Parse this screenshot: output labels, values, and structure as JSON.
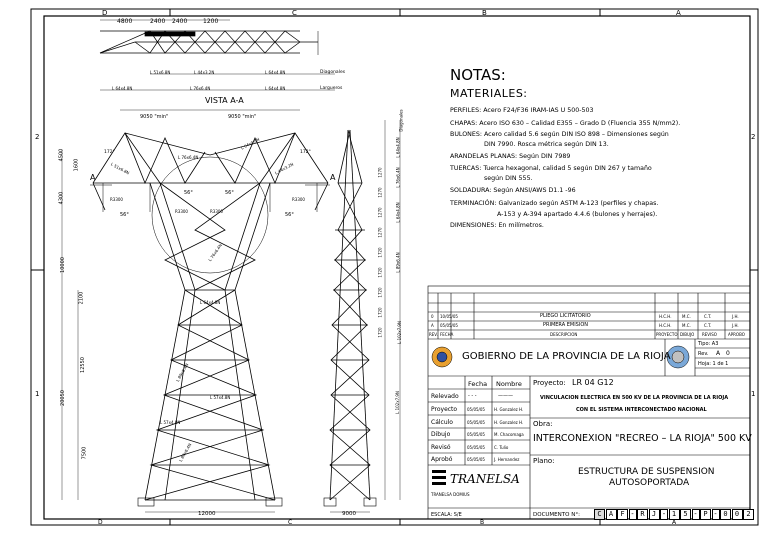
{
  "frame": {
    "col_labels_top": [
      "D",
      "C",
      "B",
      "A"
    ],
    "col_labels_bottom": [
      "D",
      "C",
      "B",
      "A"
    ],
    "row_labels_left": [
      "2",
      "1"
    ],
    "row_labels_right": [
      "2",
      "1"
    ]
  },
  "plan": {
    "dims": [
      "4800",
      "2400",
      "2400",
      "1200"
    ],
    "labels": [
      "L 51x6.8N",
      "L 44x3.2N",
      "L 76x6.4N",
      "L 64x4.8N",
      "L 64x4.8N",
      "L 64x4.8N"
    ],
    "right_labels": [
      "Diagonales",
      "Largueros"
    ],
    "view_title": "VISTA A-A"
  },
  "front": {
    "top_dims": [
      "9050 \"min\"",
      "9050 \"min\""
    ],
    "left_dims": [
      "4500",
      "1600",
      "4300",
      "10000",
      "2100",
      "12550",
      "20050",
      "7500"
    ],
    "bottom_dim": "12000",
    "members": [
      "L 76x6.4N",
      "L 64x4.8N",
      "L 51x6.8N",
      "L 44x3.2N",
      "L 57x4.8N",
      "L 64x4.8N",
      "L 89x6.4N",
      "L 89x6.4N",
      "L 76x6.4N",
      "L 57x4.8N"
    ],
    "annotations": [
      "A",
      "A",
      "56°",
      "56°",
      "56°",
      "56°",
      "R3300",
      "R3300",
      "R3300",
      "R3300",
      "172°",
      "172°"
    ]
  },
  "side": {
    "bottom_dim": "9000",
    "right_dims": [
      "Diagonales",
      "L 64x4.8N",
      "L 76x6.4N",
      "L 64x4.8N",
      "L 89x6.4N",
      "L 102x7.9N",
      "L 102x7.9N"
    ],
    "panel_dims": [
      "1270",
      "1270",
      "1270",
      "1270",
      "1720",
      "1720",
      "1720",
      "1720",
      "1720"
    ]
  },
  "notes": {
    "title": "NOTAS:",
    "materials_title": "MATERIALES:",
    "lines": [
      "PERFILES: Acero F24/F36 IRAM-IAS U 500-503",
      "CHAPAS: Acero ISO 630 – Calidad E355 – Grado D (Fluencia 355 N/mm2).",
      "BULONES: Acero calidad 5.6 según DIN ISO 898 – Dimensiones según",
      "DIN 7990. Rosca métrica según DIN 13.",
      "ARANDELAS PLANAS: Según DIN 7989",
      "TUERCAS: Tuerca hexagonal, calidad 5 según DIN 267 y tamaño",
      "según DIN 555.",
      "SOLDADURA: Según ANSI/AWS D1.1 -96",
      "TERMINACIÓN: Galvanizado según ASTM A-123 (perfiles y chapas.",
      "A-153 y A-394 apartado 4.4.6 (bulones y herrajes).",
      "DIMENSIONES: En milímetros."
    ]
  },
  "revisions": {
    "rows": [
      {
        "rev": "0",
        "fecha": "10/05/05",
        "desc": "PLIEGO LICITATORIO",
        "p": "H.C.H.",
        "d": "M.C.",
        "r": "C.T.",
        "a": "J.H."
      },
      {
        "rev": "A",
        "fecha": "05/05/05",
        "desc": "PRIMERA EMISION",
        "p": "H.C.H.",
        "d": "M.C.",
        "r": "C.T.",
        "a": "J.H."
      }
    ],
    "headers": [
      "REV.",
      "FECHA",
      "DESCRIPCION",
      "PROYECTO",
      "DIBUJO",
      "REVISO",
      "APROBO"
    ]
  },
  "title_block": {
    "government": "GOBIERNO DE LA PROVINCIA DE LA RIOJA",
    "tipo": "Tipo: A3",
    "rev_label": "Rev.",
    "rev_value": "A",
    "rev_value2": "0",
    "hoja": "Hoja: 1 de 1",
    "col_fecha": "Fecha",
    "col_nombre": "Nombre",
    "rows": [
      {
        "label": "Relevado",
        "fecha": "- - -",
        "nombre": "———"
      },
      {
        "label": "Proyecto",
        "fecha": "05/05/05",
        "nombre": "H. Gonzalez H."
      },
      {
        "label": "Cálculo",
        "fecha": "05/05/05",
        "nombre": "H. Gonzalez H."
      },
      {
        "label": "Dibujo",
        "fecha": "05/05/05",
        "nombre": "M. Chacomaga"
      },
      {
        "label": "Revisó",
        "fecha": "05/05/05",
        "nombre": "C. Tulio"
      },
      {
        "label": "Aprobó",
        "fecha": "05/05/05",
        "nombre": "J. Hernandez"
      }
    ],
    "proyecto_label": "Proyecto:",
    "proyecto_code": "LR 04 G12",
    "proyecto_line1": "VINCULACION ELECTRICA EN 500 KV DE LA PROVINCIA DE LA RIOJA",
    "proyecto_line2": "CON EL SISTEMA INTERCONECTADO NACIONAL",
    "obra_label": "Obra:",
    "obra": "INTERCONEXION \"RECREO – LA RIOJA\" 500 KV",
    "plano_label": "Plano:",
    "plano_line1": "ESTRUCTURA DE SUSPENSION",
    "plano_line2": "AUTOSOPORTADA",
    "company": "TRANELSA",
    "company_sub": "TRANELSA DOMIUS",
    "escala": "ESCALA: S/E",
    "documento_label": "DOCUMENTO N°:",
    "documento": [
      "C",
      "A",
      "F",
      "-",
      "R",
      "J",
      "-",
      "1",
      "5",
      "-",
      "P",
      "-",
      "0",
      "0",
      "2"
    ]
  }
}
